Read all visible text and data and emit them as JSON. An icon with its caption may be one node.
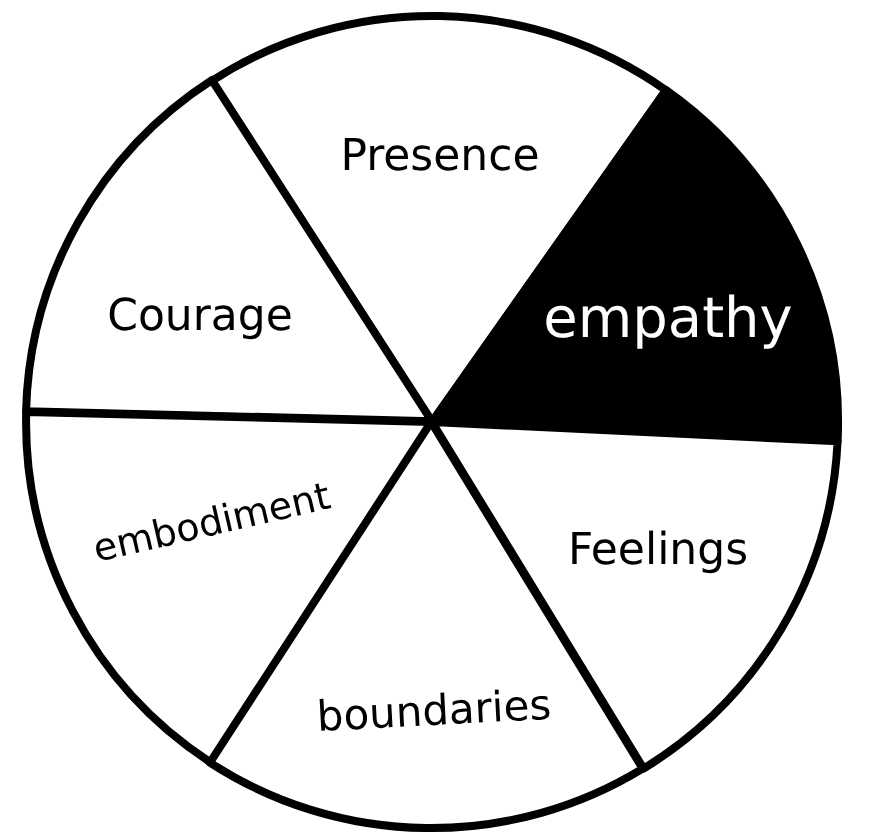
{
  "diagram": {
    "nodes": [
      {
        "text": [
          "Presence"
        ]
      },
      {
        "text": [
          "Courage"
        ]
      },
      {
        "text": [
          "empathy"
        ]
      },
      {
        "text": [
          "embodiment"
        ]
      },
      {
        "text": [
          "Feelings"
        ]
      },
      {
        "text": [
          "boundaries"
        ]
      }
    ]
  }
}
